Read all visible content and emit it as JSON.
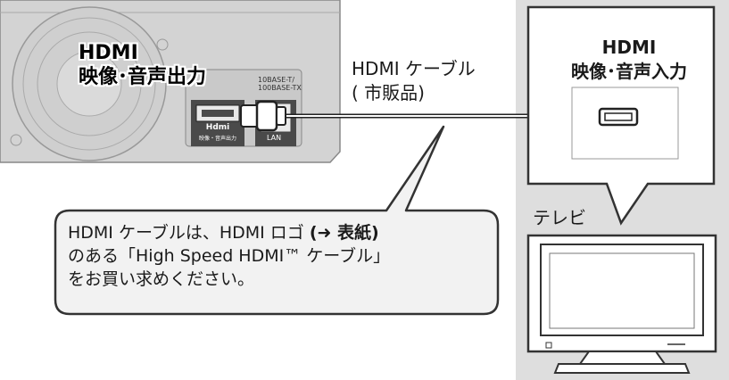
{
  "player": {
    "label_line1": "HDMI",
    "label_line2": "映像･音声出力",
    "lan_port_caption": "10BASE-T/\n100BASE-TX",
    "lan_label": "LAN",
    "hdmi_logo": "Hdmi",
    "hdmi_sub": "映像・音声出力"
  },
  "cable": {
    "label_line1": "HDMI ケーブル",
    "label_line2": "( 市販品)"
  },
  "tv": {
    "input_label_line1": "HDMI",
    "input_label_line2": "映像･音声入力",
    "label": "テレビ"
  },
  "note": {
    "line1_pre": "HDMI ケーブルは、HDMI ロゴ ",
    "line1_bold": "(➜ 表紙)",
    "line2": "のある「High Speed HDMI™ ケーブル」",
    "line3": "をお買い求めください。"
  },
  "colors": {
    "panel_gray": "#dcdcdc",
    "device_gray": "#d2d2d2",
    "dark_port": "#4a4a4a",
    "outline": "#333333"
  }
}
